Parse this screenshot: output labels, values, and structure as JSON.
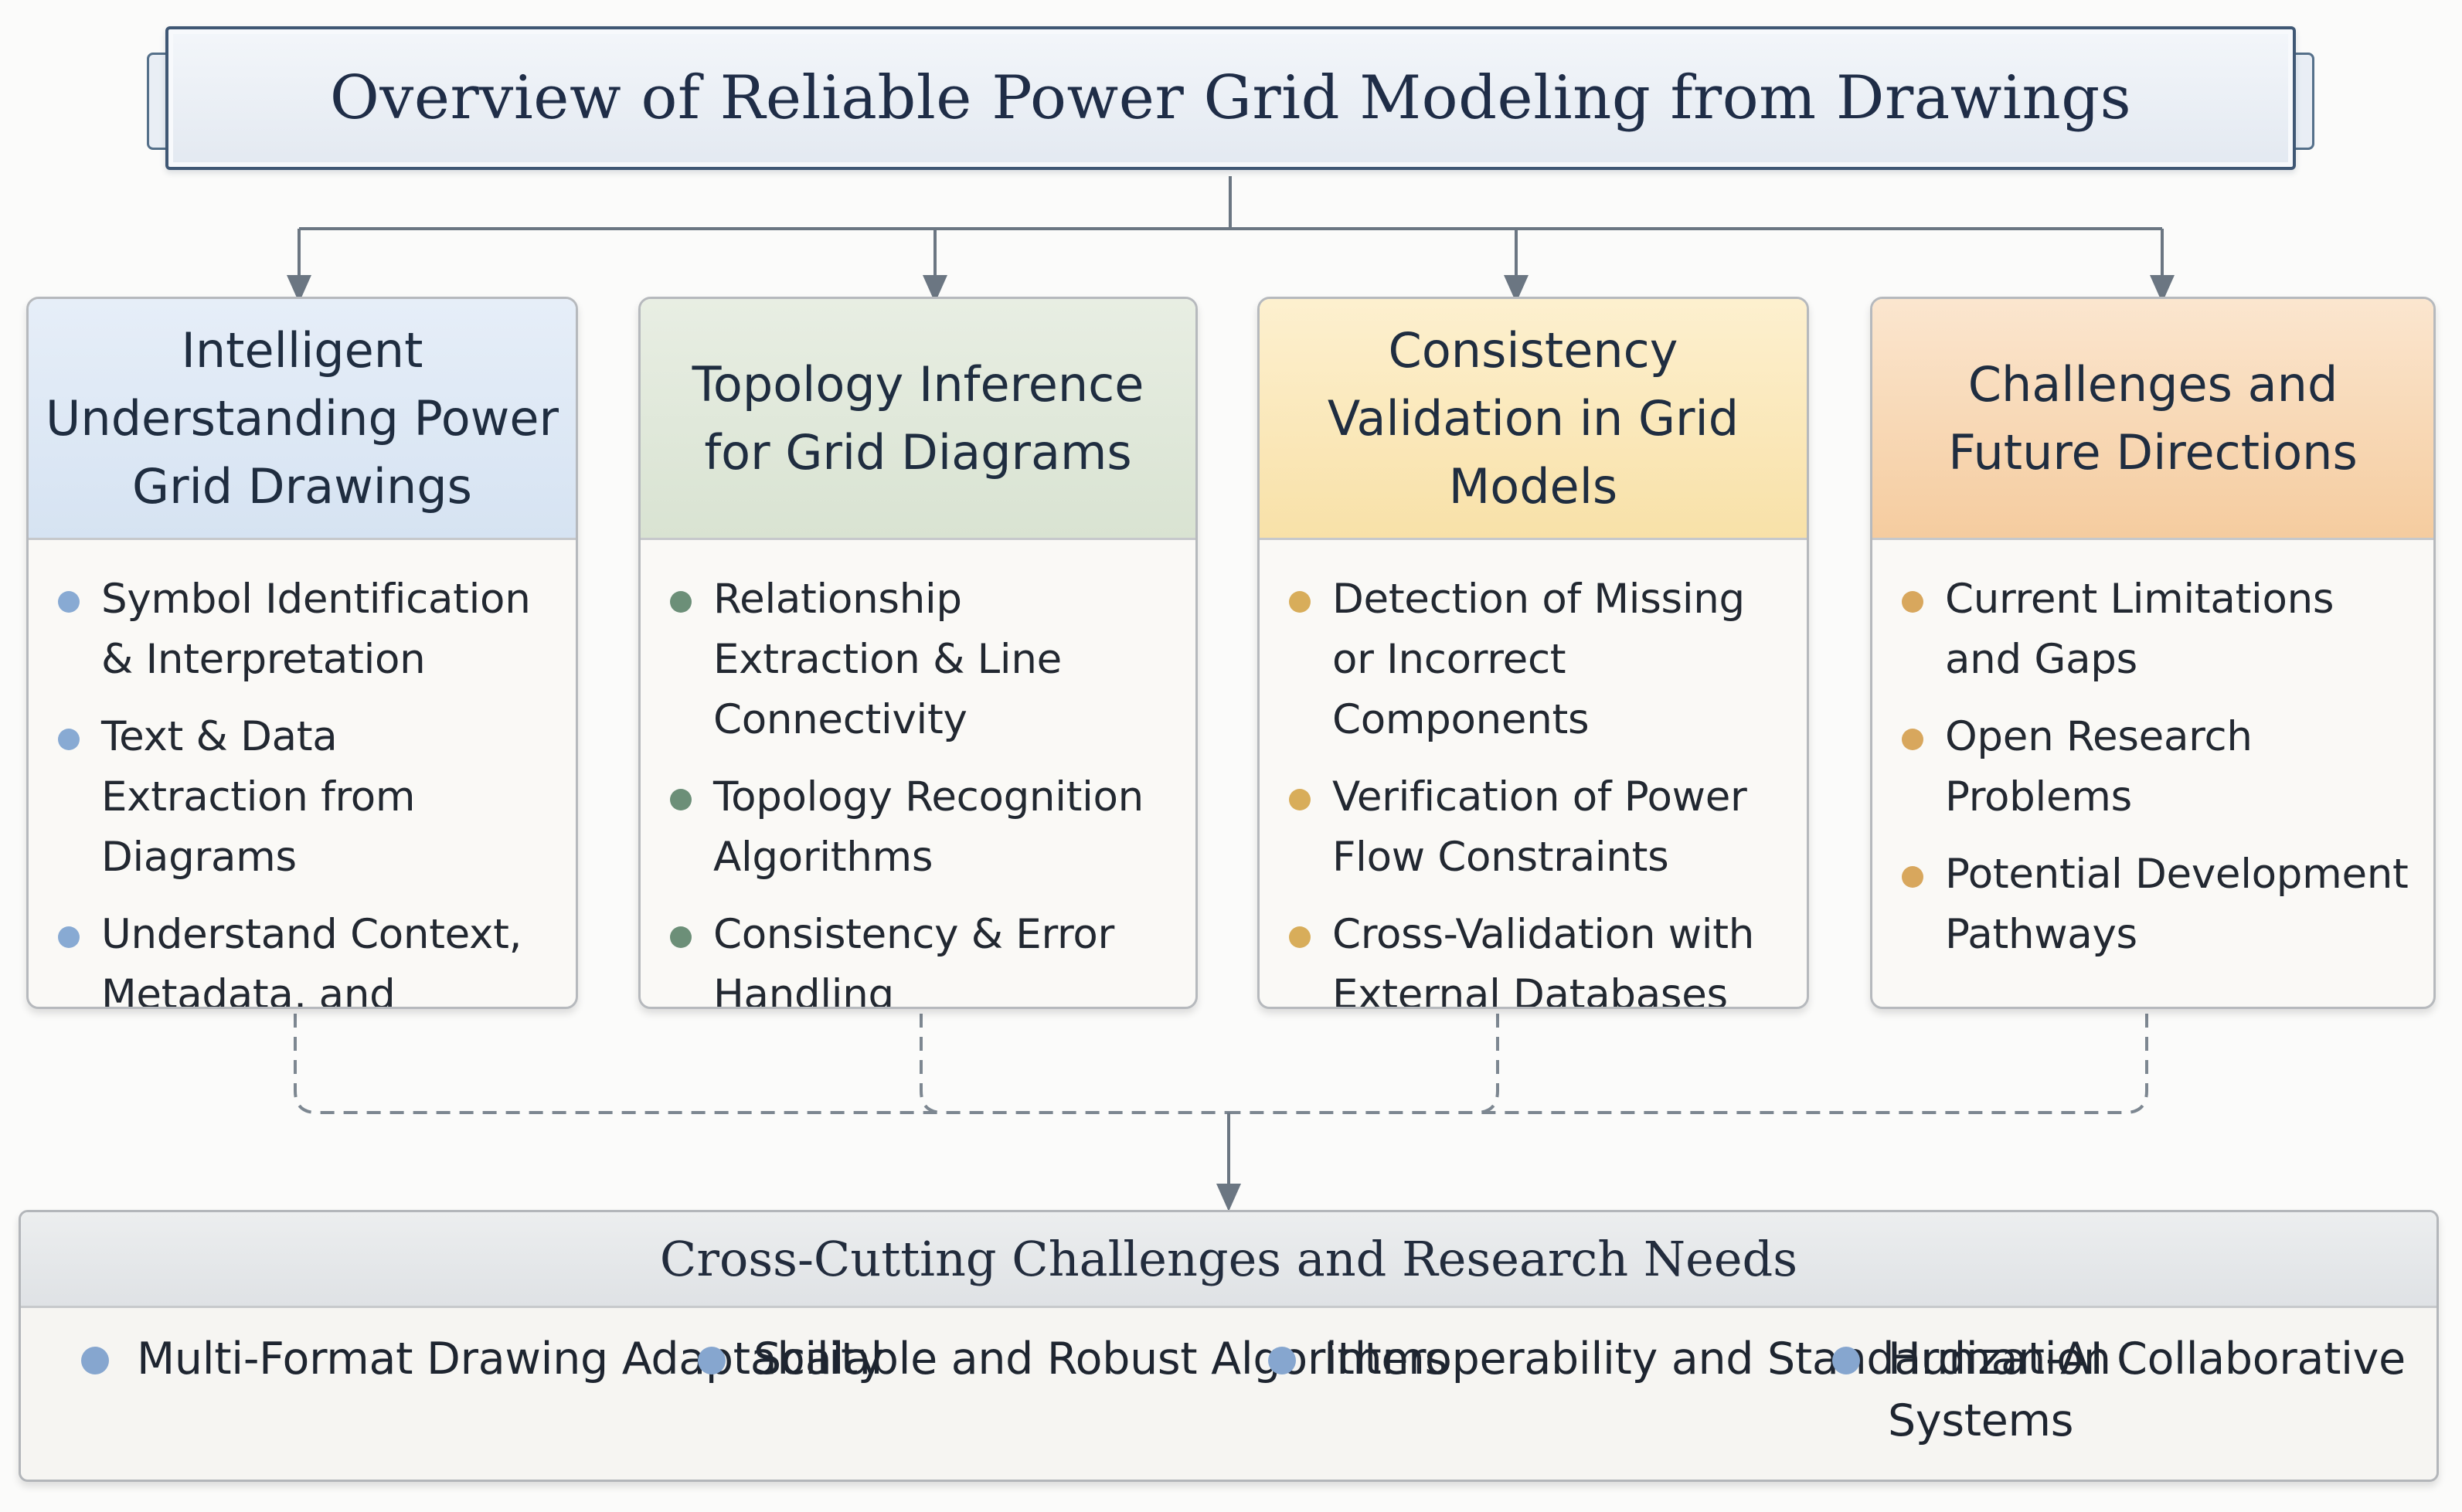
{
  "title": "Overview of Reliable Power Grid Modeling from Drawings",
  "columns": [
    {
      "title": "Intelligent Understanding Power Grid Drawings",
      "items": [
        "Symbol Identification & Interpretation",
        "Text & Data Extraction from Diagrams",
        "Understand Context, Metadata, and Function"
      ]
    },
    {
      "title": "Topology Inference for Grid Diagrams",
      "items": [
        "Relationship Extraction & Line Connectivity",
        "Topology Recognition Algorithms",
        "Consistency & Error Handling"
      ]
    },
    {
      "title": "Consistency Validation in Grid Models",
      "items": [
        "Detection of Missing or Incorrect Components",
        "Verification of Power Flow Constraints",
        "Cross-Validation with External Databases"
      ]
    },
    {
      "title": "Challenges and Future Directions",
      "items": [
        "Current Limitations and Gaps",
        "Open Research Problems",
        "Potential Development Pathways"
      ]
    }
  ],
  "bottom": {
    "title": "Cross-Cutting Challenges and Research Needs",
    "items": [
      "Multi-Format Drawing Adaptability",
      "Scalable and Robust Algorithms",
      "Interoperability and Standardization",
      "Human-AI Collaborative Systems"
    ]
  },
  "colors": {
    "connector": "#6b7682",
    "col1_accent": "#88aad3",
    "col2_accent": "#6c8f78",
    "col3_accent": "#d8ad5a",
    "col4_accent": "#d8a75d"
  }
}
